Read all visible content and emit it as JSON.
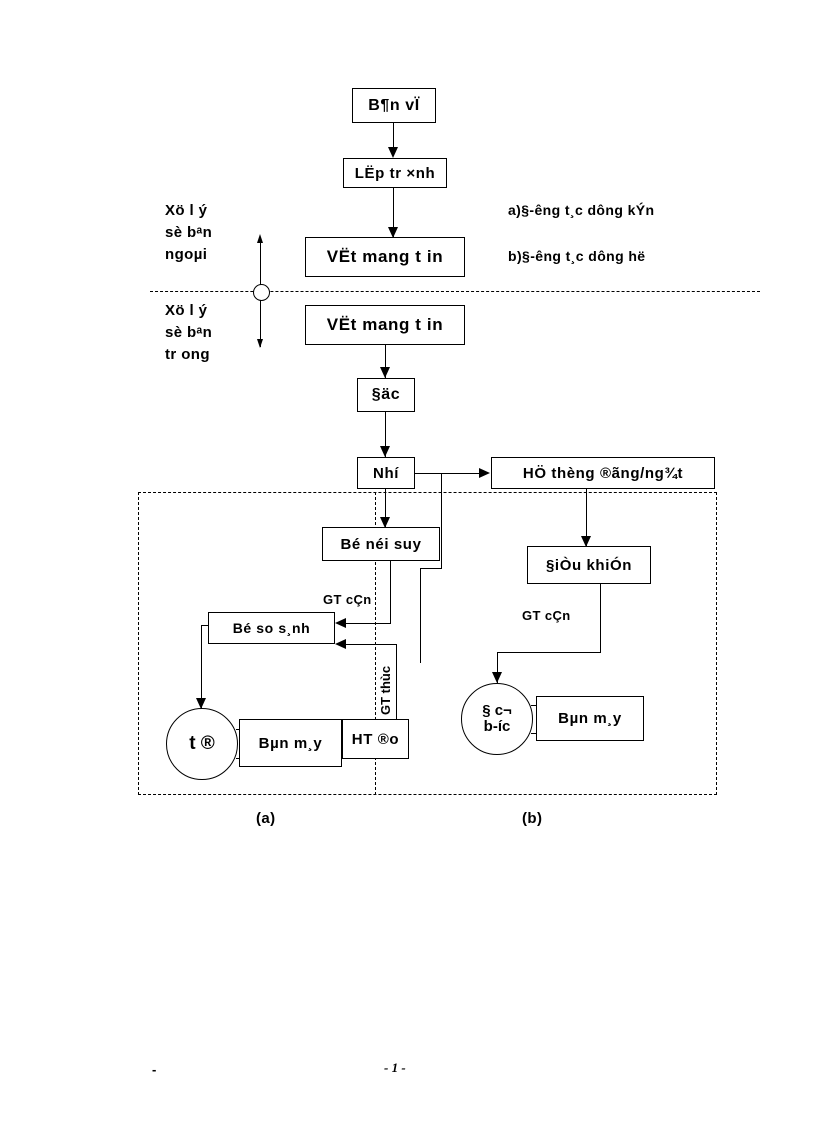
{
  "page": {
    "footer_left": "-",
    "footer_page": "- 1 -"
  },
  "legend": {
    "line_a": "a)§-êng t¸c dông kÝn",
    "line_b": "b)§-êng t¸c dông hë"
  },
  "side_labels": {
    "outer": "Xö l ý\nsè bᵃn\nngoµi",
    "inner": "Xö l ý\nsè bᵃn\ntr ong"
  },
  "nodes": {
    "ban_ve": "B¶n vÏ",
    "lap_trinh": "LËp tr ×nh",
    "vat_mang_tin_outer": "VËt mang t in",
    "vat_mang_tin_inner": "VËt mang t in",
    "doc": "§äc",
    "nho": "Nhí",
    "he_thong_dong_ngat": "HÖ thèng ®ãng/ng¾t",
    "bo_noi_suy": "Bé néi suy",
    "dieu_khien": "§iÒu khiÓn",
    "bo_so_sanh": "Bé so s¸nh",
    "ban_may_a": "Bµn m¸y",
    "ht_do": "HT ®o",
    "ban_may_b": "Bµn m¸y"
  },
  "circles": {
    "td": "t ®",
    "dc_buoc_line1": "§ c¬",
    "dc_buoc_line2": "b-íc"
  },
  "edge_labels": {
    "gt_can_a": "GT cÇn",
    "gt_thuc": "GT thùc",
    "gt_can_b": "GT cÇn"
  },
  "region_labels": {
    "a": "(a)",
    "b": "(b)"
  },
  "colors": {
    "ink": "#000000",
    "paper": "#ffffff"
  }
}
